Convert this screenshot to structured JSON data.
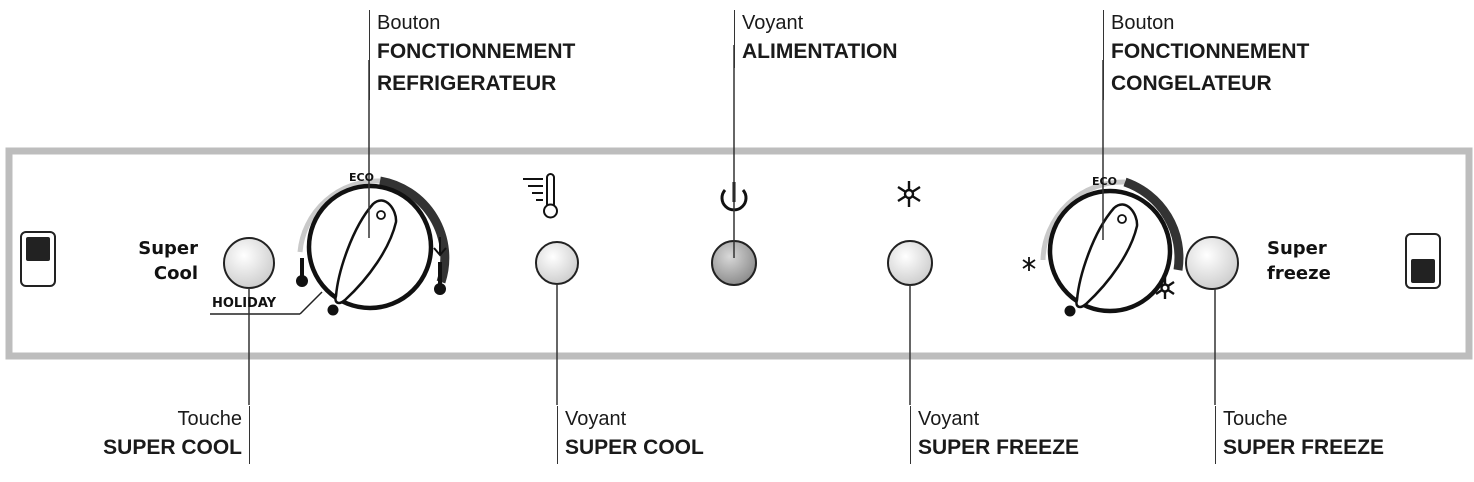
{
  "callouts": {
    "fridge_knob": {
      "pre": "Bouton",
      "line1": "FONCTIONNEMENT",
      "line2": "REFRIGERATEUR"
    },
    "power_light": {
      "pre": "Voyant",
      "line1": "ALIMENTATION"
    },
    "freezer_knob": {
      "pre": "Bouton",
      "line1": "FONCTIONNEMENT",
      "line2": "CONGELATEUR"
    },
    "super_cool_key": {
      "pre": "Touche",
      "line1": "SUPER COOL"
    },
    "super_cool_light": {
      "pre": "Voyant",
      "line1": "SUPER COOL"
    },
    "super_freeze_light": {
      "pre": "Voyant",
      "line1": "SUPER FREEZE"
    },
    "super_freeze_key": {
      "pre": "Touche",
      "line1": "SUPER FREEZE"
    }
  },
  "panel": {
    "super_cool_label": [
      "Super",
      "Cool"
    ],
    "holiday_label": "HOLIDAY",
    "super_freeze_label": [
      "Super",
      "freeze"
    ],
    "eco_label": "ECO"
  },
  "icons": {
    "left_switch": "rocker-switch-icon",
    "right_switch": "rocker-switch-icon",
    "super_cool_indicator": "thermometer-cool-icon",
    "power_indicator": "power-icon",
    "super_freeze_indicator": "snowflake-icon"
  }
}
